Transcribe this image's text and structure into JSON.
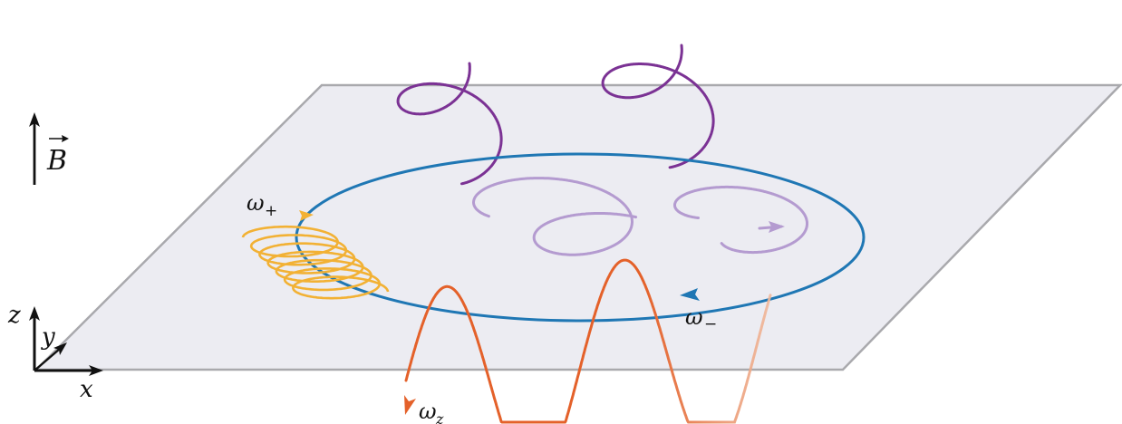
{
  "labels": {
    "field": "B",
    "omega_plus": "ω",
    "omega_plus_sub": "+",
    "omega_minus": "ω",
    "omega_minus_sub": "−",
    "omega_z": "ω",
    "omega_z_sub": "z",
    "axis_x": "x",
    "axis_y": "y",
    "axis_z": "z"
  },
  "colors": {
    "plane_fill": "#ececf2",
    "plane_edge": "#a9a9ad",
    "cyclotron": "#1f77b4",
    "axial": "#e4612a",
    "magnetron_dark": "#7b3294",
    "magnetron_light": "#b49bd0",
    "modified_cyclotron": "#f2b134",
    "axes": "#111111"
  }
}
